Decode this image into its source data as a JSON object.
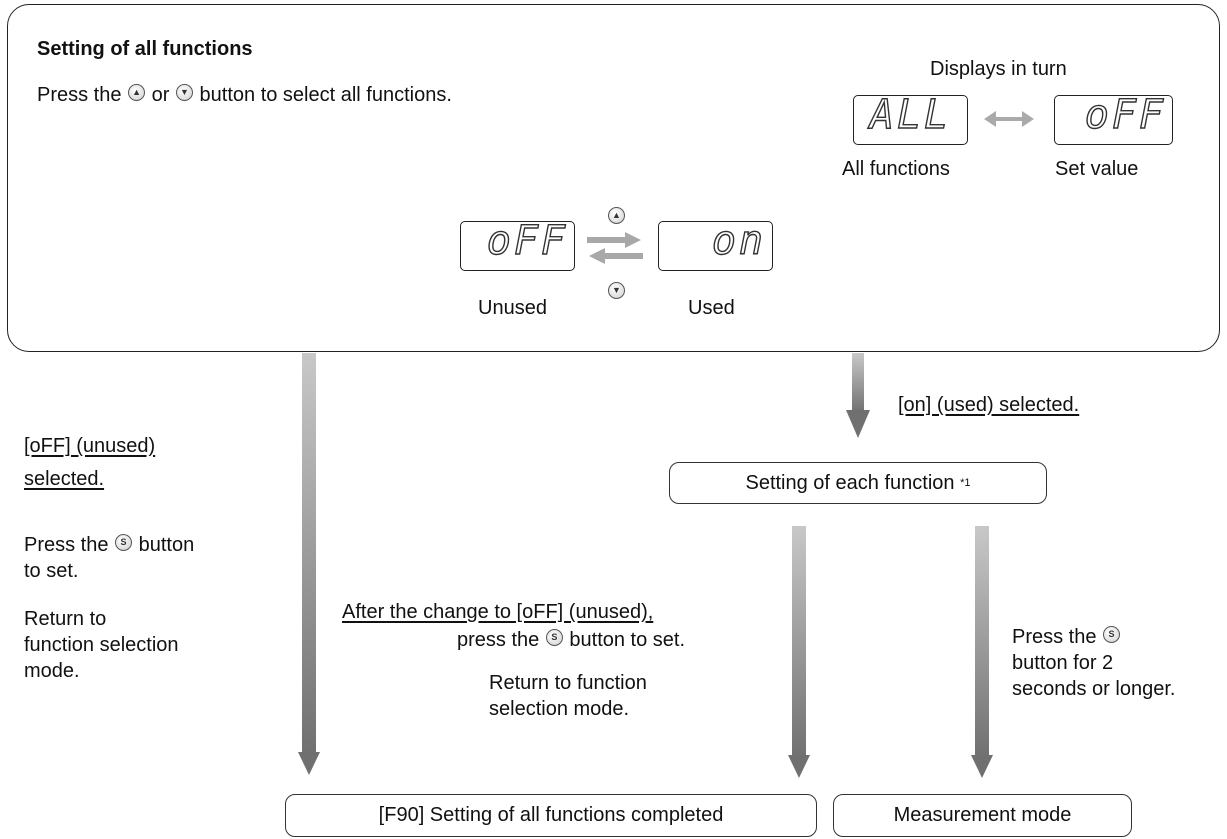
{
  "panel": {
    "title": "Setting of all functions",
    "instruction_prefix": "Press the",
    "instruction_or": "or",
    "instruction_suffix": "button to select all functions.",
    "displays_in_turn": "Displays in turn",
    "display_all_text": "ALL",
    "display_all_label": "All functions",
    "display_set_text": "oFF",
    "display_set_label": "Set value",
    "toggle_off_text": "oFF",
    "toggle_off_label": "Unused",
    "toggle_on_text": "on",
    "toggle_on_label": "Used"
  },
  "icons": {
    "up": "up-button-icon",
    "down": "down-button-icon",
    "set": "set-button-icon",
    "double_arrow": "double-arrow-icon"
  },
  "left_path": {
    "condition_line1": "[oFF] (unused)",
    "condition_line2": "selected.",
    "press_prefix": "Press the",
    "press_suffix": "button",
    "press_line2": "to set.",
    "return_line1": "Return to",
    "return_line2": "function selection",
    "return_line3": "mode."
  },
  "right_path": {
    "condition": "[on] (used) selected.",
    "each_function": "Setting of each function",
    "each_function_note": "*1",
    "after_change_line1": "After the change to [oFF] (unused),",
    "after_change_prefix": "press the",
    "after_change_suffix": "button to set.",
    "return_line1": "Return to function",
    "return_line2": "selection mode.",
    "hold_prefix": "Press the",
    "hold_line2": "button for 2",
    "hold_line3": "seconds or longer."
  },
  "bottom": {
    "completed": "[F90] Setting of all functions completed",
    "measurement": "Measurement mode"
  },
  "colors": {
    "arrow_light": "#c4c4c4",
    "arrow_dark": "#777777",
    "border": "#222222"
  }
}
